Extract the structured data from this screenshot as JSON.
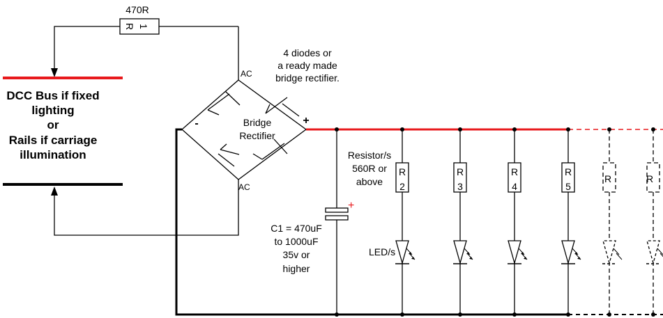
{
  "colors": {
    "positive_rail": "#e8191c",
    "negative_rail": "#000000",
    "wire": "#000000"
  },
  "labels": {
    "r1_value": "470R",
    "r1_text": "R",
    "r1_num": "1",
    "diodes_note": [
      "4 diodes or",
      "a ready made",
      "bridge rectifier."
    ],
    "ac_top": "AC",
    "ac_bottom": "AC",
    "bridge_name": [
      "Bridge",
      "Rectifier"
    ],
    "minus": "-",
    "plus": "+",
    "bus_note": [
      "DCC Bus if fixed",
      "lighting",
      "or",
      "Rails if carriage",
      "illumination"
    ],
    "resistor_note": [
      "Resistor/s",
      "560R or",
      "above"
    ],
    "cap_plus": "+",
    "cap_note": [
      "C1 = 470uF",
      "to 1000uF",
      "35v or",
      "higher"
    ],
    "led_note": "LED/s",
    "r_letter": "R",
    "resistors": [
      "2",
      "3",
      "4",
      "5"
    ]
  }
}
